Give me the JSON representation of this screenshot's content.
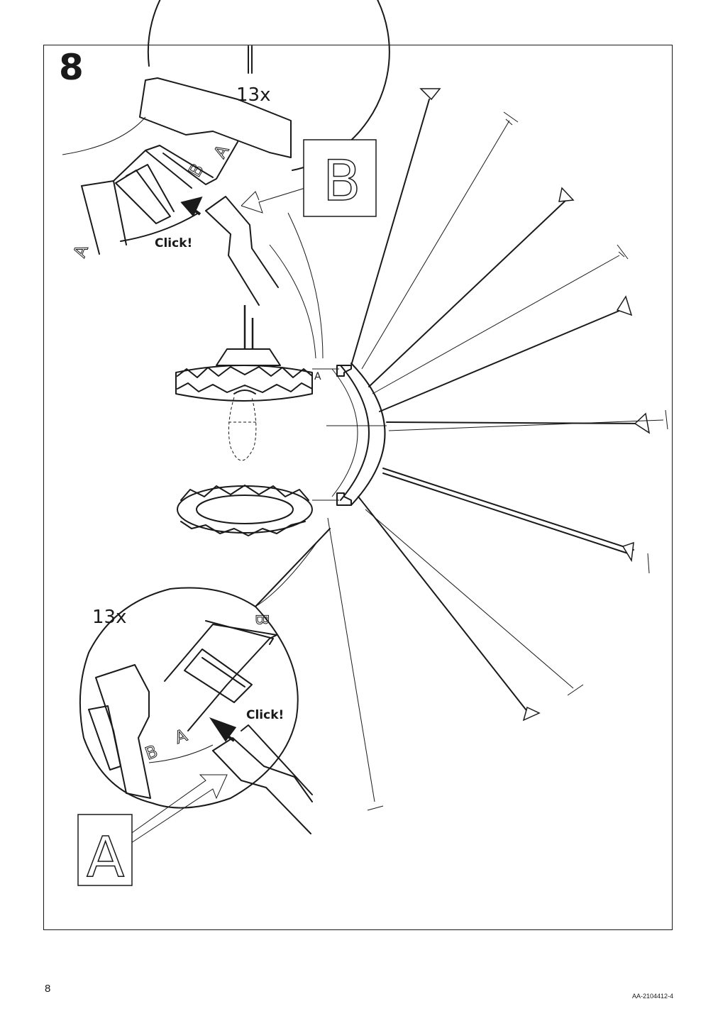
{
  "step": {
    "number": "8"
  },
  "top_detail": {
    "quantity": "13x",
    "click": "Click!",
    "part_label": "B",
    "ring_labels": [
      "B",
      "A",
      "A"
    ]
  },
  "bottom_detail": {
    "quantity": "13x",
    "click": "Click!",
    "part_label": "A",
    "ring_labels": [
      "B",
      "B",
      "A"
    ]
  },
  "assembly": {
    "ring_label": "A"
  },
  "footer": {
    "page_number": "8",
    "document_id": "AA-2104412-4"
  }
}
